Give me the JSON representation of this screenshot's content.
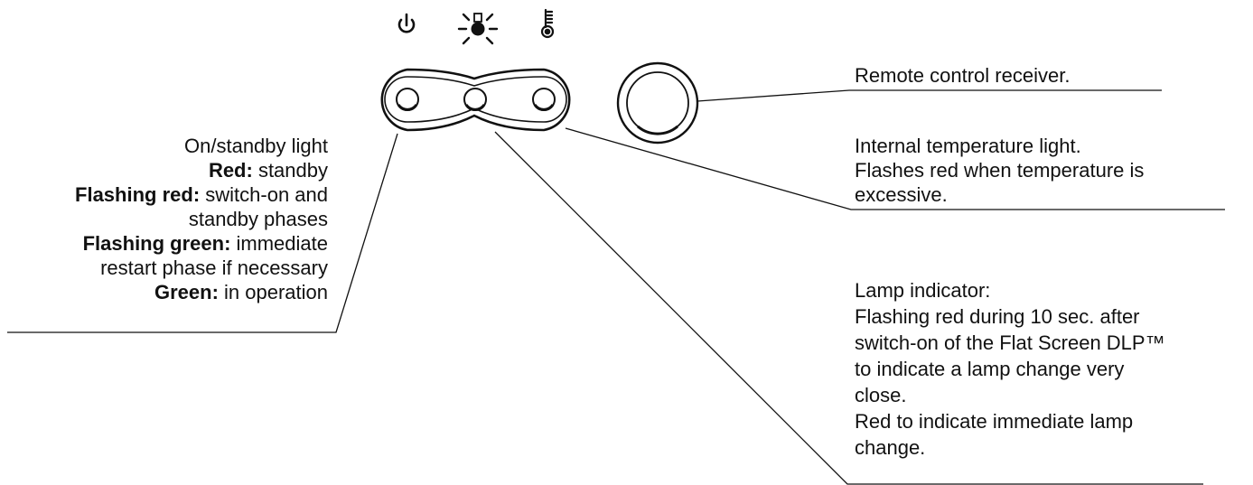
{
  "icons": [
    "power-icon",
    "lamp-icon",
    "thermometer-icon"
  ],
  "left_block": {
    "title": "On/standby light",
    "lines": [
      {
        "label": "Red:",
        "text": " standby"
      },
      {
        "label": "Flashing red:",
        "text": " switch-on and"
      },
      {
        "label": "",
        "text": "standby phases"
      },
      {
        "label": "Flashing green:",
        "text": " immediate"
      },
      {
        "label": "",
        "text": "restart phase if necessary"
      },
      {
        "label": "Green:",
        "text": " in operation"
      }
    ]
  },
  "remote_block": {
    "lines": [
      "Remote control receiver."
    ]
  },
  "temp_block": {
    "lines": [
      "Internal temperature light.",
      "Flashes red when temperature is",
      "excessive."
    ]
  },
  "lamp_block": {
    "lines": [
      "Lamp indicator:",
      "Flashing red during 10 sec. after",
      "switch-on of the Flat Screen DLP™",
      "to indicate a lamp change very",
      "close.",
      "Red to indicate immediate lamp",
      "change."
    ]
  }
}
